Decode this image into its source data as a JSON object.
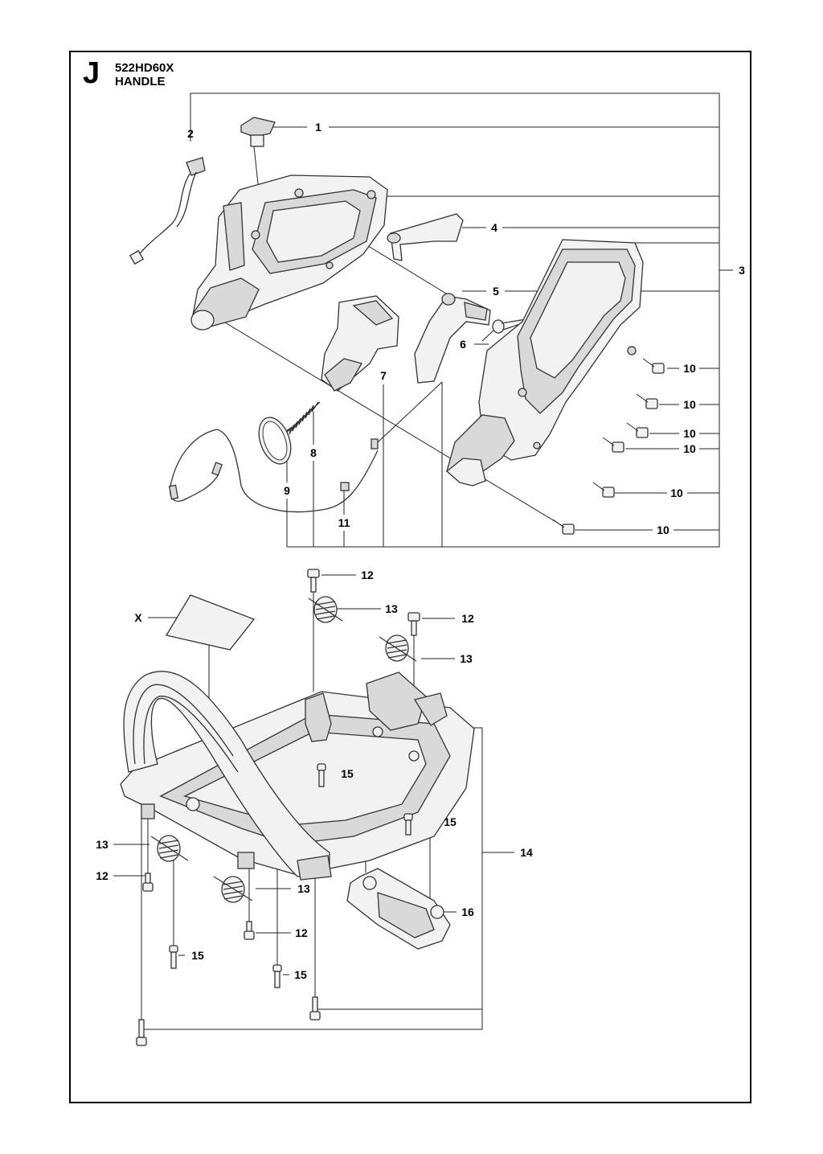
{
  "header": {
    "section_letter": "J",
    "model": "522HD60X",
    "title": "HANDLE"
  },
  "callouts": {
    "c1": "1",
    "c2": "2",
    "c3": "3",
    "c4": "4",
    "c5": "5",
    "c6": "6",
    "c7": "7",
    "c8": "8",
    "c9": "9",
    "c10": "10",
    "c11": "11",
    "c12": "12",
    "c13": "13",
    "c14": "14",
    "c15": "15",
    "c16": "16",
    "cx": "X"
  }
}
